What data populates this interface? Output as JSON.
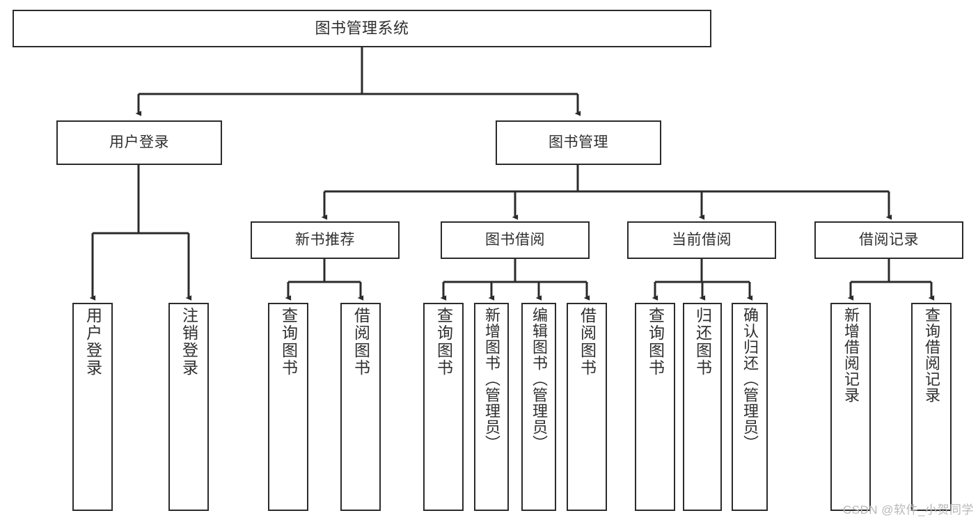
{
  "diagram": {
    "title": "图书管理系统",
    "watermark": "CSDN @软件_小贺同学",
    "colors": {
      "background": "#ffffff",
      "box_fill": "#ffffff",
      "box_border": "#2b2b2b",
      "text": "#2f2f2f",
      "connector": "#2b2b2b",
      "watermark": "#b8b8b8"
    }
  },
  "chart_data": {
    "type": "tree-diagram",
    "title": "图书管理系统",
    "orientation": "top-down",
    "levels": 4,
    "nodes": [
      {
        "id": "root",
        "label": "图书管理系统",
        "level": 0,
        "parent": null
      },
      {
        "id": "n-user-login",
        "label": "用户登录",
        "level": 1,
        "parent": "root"
      },
      {
        "id": "n-book-mgmt",
        "label": "图书管理",
        "level": 1,
        "parent": "root"
      },
      {
        "id": "n-new-book-rec",
        "label": "新书推荐",
        "level": 2,
        "parent": "n-book-mgmt"
      },
      {
        "id": "n-book-borrow",
        "label": "图书借阅",
        "level": 2,
        "parent": "n-book-mgmt"
      },
      {
        "id": "n-current-borrow",
        "label": "当前借阅",
        "level": 2,
        "parent": "n-book-mgmt"
      },
      {
        "id": "n-borrow-record",
        "label": "借阅记录",
        "level": 2,
        "parent": "n-book-mgmt"
      },
      {
        "id": "l-user-login",
        "label": "用户登录",
        "level": 2,
        "parent": "n-user-login"
      },
      {
        "id": "l-user-logout",
        "label": "注销登录",
        "level": 2,
        "parent": "n-user-login"
      },
      {
        "id": "l-rec-query",
        "label": "查询图书",
        "level": 3,
        "parent": "n-new-book-rec"
      },
      {
        "id": "l-rec-borrow",
        "label": "借阅图书",
        "level": 3,
        "parent": "n-new-book-rec"
      },
      {
        "id": "l-borrow-query",
        "label": "查询图书",
        "level": 3,
        "parent": "n-book-borrow"
      },
      {
        "id": "l-borrow-add",
        "label": "新增图书（管理员）",
        "level": 3,
        "parent": "n-book-borrow"
      },
      {
        "id": "l-borrow-edit",
        "label": "编辑图书（管理员）",
        "level": 3,
        "parent": "n-book-borrow"
      },
      {
        "id": "l-borrow-lend",
        "label": "借阅图书",
        "level": 3,
        "parent": "n-book-borrow"
      },
      {
        "id": "l-cur-query",
        "label": "查询图书",
        "level": 3,
        "parent": "n-current-borrow"
      },
      {
        "id": "l-cur-return",
        "label": "归还图书",
        "level": 3,
        "parent": "n-current-borrow"
      },
      {
        "id": "l-cur-confirm",
        "label": "确认归还（管理员）",
        "level": 3,
        "parent": "n-current-borrow"
      },
      {
        "id": "l-rec-add",
        "label": "新增借阅记录",
        "level": 3,
        "parent": "n-borrow-record"
      },
      {
        "id": "l-rec-search",
        "label": "查询借阅记录",
        "level": 3,
        "parent": "n-borrow-record"
      }
    ],
    "edges": [
      {
        "from": "root",
        "to": "n-user-login"
      },
      {
        "from": "root",
        "to": "n-book-mgmt"
      },
      {
        "from": "n-user-login",
        "to": "l-user-login"
      },
      {
        "from": "n-user-login",
        "to": "l-user-logout"
      },
      {
        "from": "n-book-mgmt",
        "to": "n-new-book-rec"
      },
      {
        "from": "n-book-mgmt",
        "to": "n-book-borrow"
      },
      {
        "from": "n-book-mgmt",
        "to": "n-current-borrow"
      },
      {
        "from": "n-book-mgmt",
        "to": "n-borrow-record"
      },
      {
        "from": "n-new-book-rec",
        "to": "l-rec-query"
      },
      {
        "from": "n-new-book-rec",
        "to": "l-rec-borrow"
      },
      {
        "from": "n-book-borrow",
        "to": "l-borrow-query"
      },
      {
        "from": "n-book-borrow",
        "to": "l-borrow-add"
      },
      {
        "from": "n-book-borrow",
        "to": "l-borrow-edit"
      },
      {
        "from": "n-book-borrow",
        "to": "l-borrow-lend"
      },
      {
        "from": "n-current-borrow",
        "to": "l-cur-query"
      },
      {
        "from": "n-current-borrow",
        "to": "l-cur-return"
      },
      {
        "from": "n-current-borrow",
        "to": "l-cur-confirm"
      },
      {
        "from": "n-borrow-record",
        "to": "l-rec-add"
      },
      {
        "from": "n-borrow-record",
        "to": "l-rec-search"
      }
    ]
  }
}
